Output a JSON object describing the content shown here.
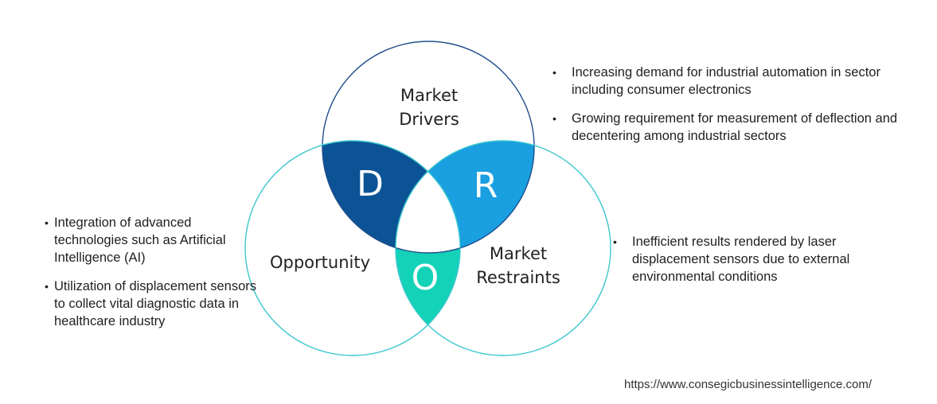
{
  "circles": {
    "drivers": {
      "label_line1": "Market",
      "label_line2": "Drivers",
      "stroke": "#1f4e8c"
    },
    "opportunity": {
      "label": "Opportunity",
      "stroke": "#3cc7cf"
    },
    "restraints": {
      "label_line1": "Market",
      "label_line2": "Restraints",
      "stroke": "#3cc7cf"
    }
  },
  "intersections": {
    "d": {
      "letter": "D",
      "color": "#0b5394"
    },
    "r": {
      "letter": "R",
      "color": "#1a9fe0"
    },
    "o": {
      "letter": "O",
      "color": "#14d2b8"
    }
  },
  "drivers_points": [
    "Increasing demand for industrial automation in sector including consumer electronics",
    "Growing requirement for measurement of deflection and decentering among industrial sectors"
  ],
  "restraints_points": [
    "Inefficient results rendered by laser displacement sensors due to external environmental conditions"
  ],
  "opportunity_points": [
    "Integration of advanced technologies such as Artificial Intelligence (AI)",
    "Utilization of displacement sensors to collect vital diagnostic data in healthcare industry"
  ],
  "source_url": "https://www.consegicbusinessintelligence.com/"
}
